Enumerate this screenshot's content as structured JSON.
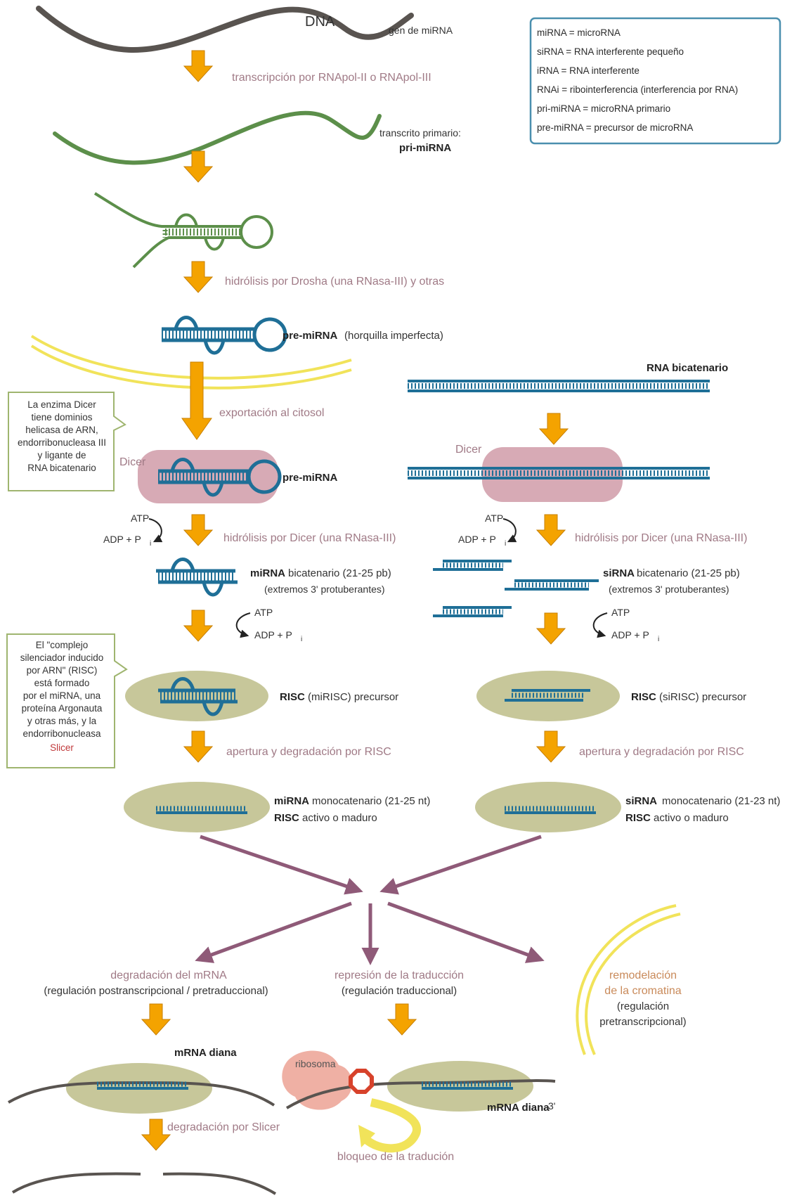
{
  "colors": {
    "dna": "#595450",
    "pri_mirna": "#5c8f4a",
    "rna_blue": "#1f6f97",
    "arrow_orange": "#f4a300",
    "arrow_purple": "#8f5a78",
    "dicer_pink": "#d7aab5",
    "risc_olive": "#c7c79a",
    "membrane_yellow": "#f1e35a",
    "legend_border": "#4a8fae",
    "note_border": "#9fb56f",
    "ribosome": "#efb0a4",
    "stop_red": "#d7422b"
  },
  "legend": [
    "miRNA = microRNA",
    "siRNA = RNA interferente pequeño",
    "iRNA = RNA interferente",
    "RNAi = ribointerferencia (interferencia por RNA)",
    "pri-miRNA = microRNA primario",
    "pre-miRNA = precursor de microRNA"
  ],
  "labels": {
    "dna": "DNA",
    "gene": "gen de miRNA",
    "transcription": "transcripción por RNApol-II o RNApol-III",
    "primary_transcript": "transcrito primario:",
    "pri_mirna": "pri-miRNA",
    "drosha": "hidrólisis por Drosha (una RNasa-III) y otras",
    "pre_mirna_bold": "pre-miRNA",
    "pre_mirna_rest": "(horquilla imperfecta)",
    "export": "exportación al citosol",
    "dicer_left": "Dicer",
    "pre_mirna_2": "pre-miRNA",
    "dsrna": "RNA bicatenario",
    "dicer_right": "Dicer",
    "atp": "ATP",
    "adp": "ADP + P",
    "pi_sub": "i",
    "dicer_hydrolysis": "hidrólisis por Dicer (una RNasa-III)",
    "mirna_ds_bold": "miRNA",
    "mirna_ds_rest": "bicatenario (21-25 pb)",
    "mirna_ds_line2": "(extremos 3' protuberantes)",
    "sirna_ds_bold": "siRNA",
    "sirna_ds_rest": "bicatenario (21-25 pb)",
    "sirna_ds_line2": "(extremos 3' protuberantes)",
    "risc_bold": "RISC",
    "mirisc_rest": "(miRISC) precursor",
    "sirisc_rest": "(siRISC) precursor",
    "opening": "apertura y degradación por RISC",
    "mirna_ss_bold": "miRNA",
    "mirna_ss_rest": "monocatenario (21-25 nt)",
    "sirna_ss_bold": "siRNA",
    "sirna_ss_rest": "monocatenario (21-23 nt)",
    "risc_active_rest": "activo o maduro",
    "mrna_degradation": "degradación del mRNA",
    "mrna_degradation_2": "(regulación postranscripcional / pretraduccional)",
    "repression": "represión de la traducción",
    "repression_2": "(regulación traduccional)",
    "chromatin_1": "remodelación",
    "chromatin_2": "de la cromatina",
    "chromatin_3": "(regulación",
    "chromatin_4": "pretranscripcional)",
    "mrna_target": "mRNA diana",
    "ribosome": "ribosoma",
    "three_prime": "3'",
    "slicer_degradation": "degradación por Slicer",
    "translation_block": "bloqueo de la tradución"
  },
  "note_dicer": [
    "La enzima Dicer",
    "tiene dominios",
    "helicasa de ARN,",
    "endorribonucleasa III",
    "y ligante de",
    "RNA bicatenario"
  ],
  "note_risc": [
    "El \"complejo",
    "silenciador inducido",
    "por ARN\" (RISC)",
    "está formado",
    "por el miRNA, una",
    "proteína Argonauta",
    "y otras más, y la",
    "endorribonucleasa",
    "Slicer"
  ]
}
